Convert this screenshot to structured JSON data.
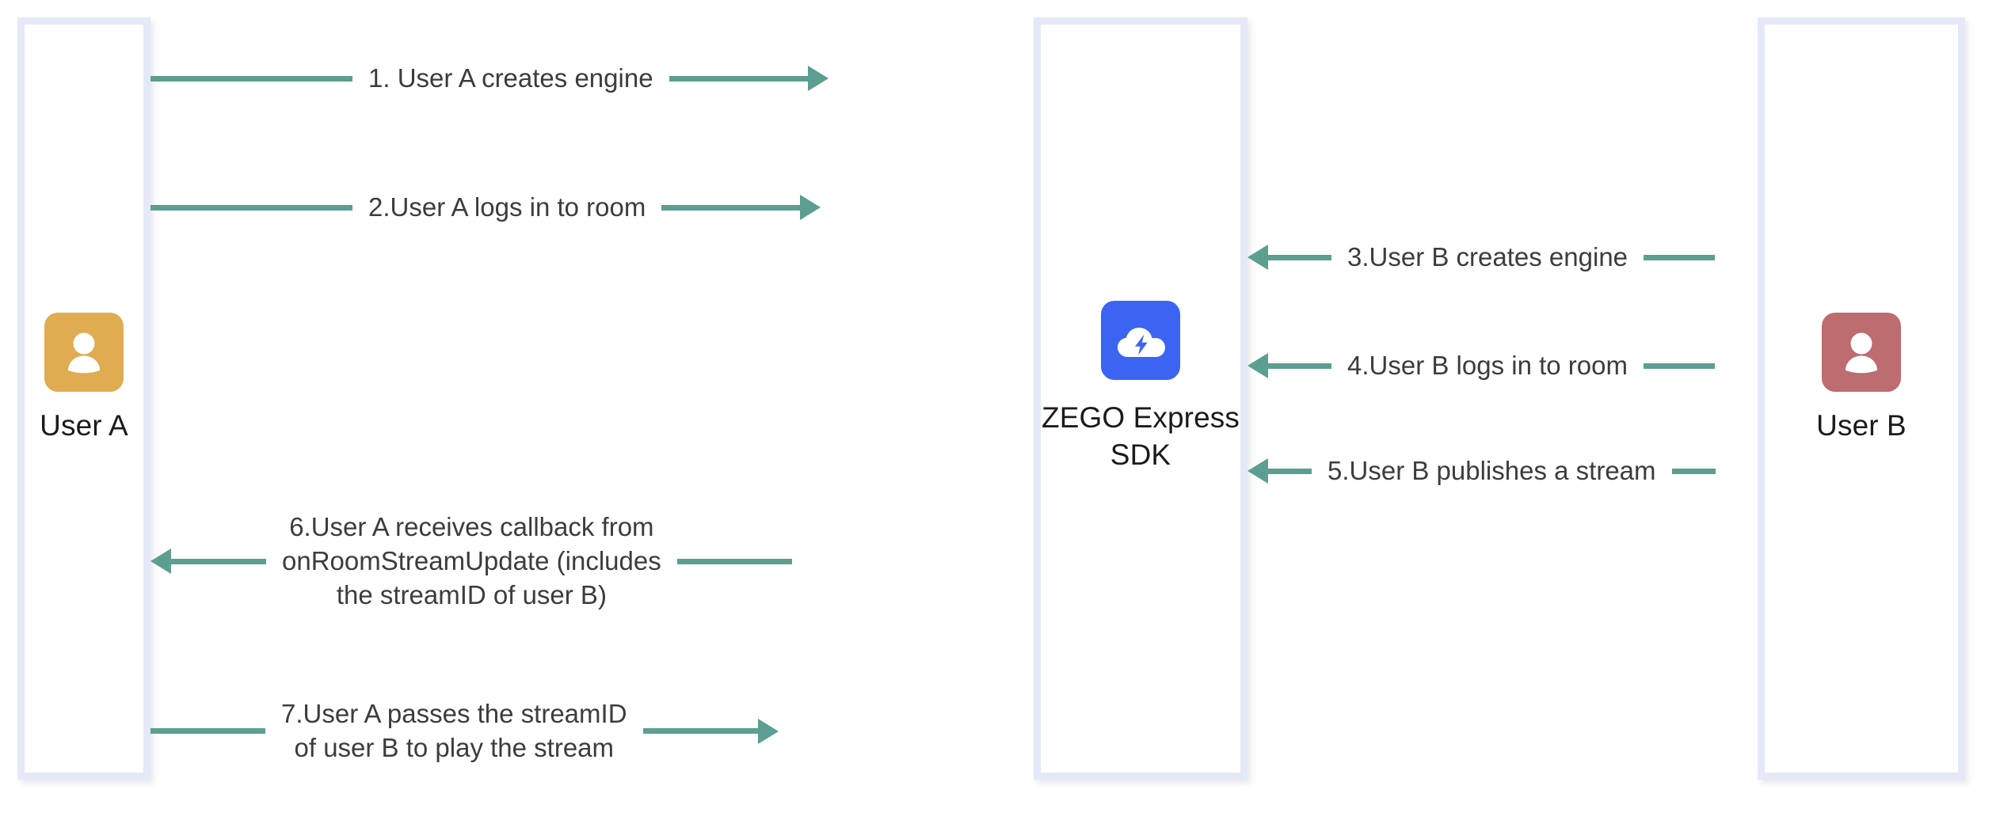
{
  "diagram": {
    "title": "ZEGO Express SDK stream publish / play sequence",
    "accent_color": "#5c9e91",
    "lifeline_border_color": "#e4e9f8",
    "background_color": "#ffffff",
    "text_color": "#3c3c3c"
  },
  "actors": [
    {
      "id": "user-a",
      "label": "User A",
      "icon": "person-avatar-icon",
      "avatar_color": "#e0ac52"
    },
    {
      "id": "zego-sdk",
      "label": "ZEGO\nExpress\nSDK",
      "icon": "zego-cloud-bolt-logo-icon",
      "avatar_color": "#3b64f0"
    },
    {
      "id": "user-b",
      "label": "User B",
      "icon": "person-avatar-icon",
      "avatar_color": "#bd6c70"
    }
  ],
  "messages": [
    {
      "index": "1",
      "text": "1. User A creates engine",
      "from": "user-a",
      "to": "zego-sdk",
      "direction": "right"
    },
    {
      "index": "2",
      "text": "2.User A logs in to room",
      "from": "user-a",
      "to": "zego-sdk",
      "direction": "right"
    },
    {
      "index": "3",
      "text": "3.User B creates engine",
      "from": "user-b",
      "to": "zego-sdk",
      "direction": "left"
    },
    {
      "index": "4",
      "text": "4.User B logs in to room",
      "from": "user-b",
      "to": "zego-sdk",
      "direction": "left"
    },
    {
      "index": "5",
      "text": "5.User B publishes a stream",
      "from": "user-b",
      "to": "zego-sdk",
      "direction": "left"
    },
    {
      "index": "6",
      "text": "6.User A receives callback from\nonRoomStreamUpdate (includes\nthe streamID of user B)",
      "from": "zego-sdk",
      "to": "user-a",
      "direction": "left"
    },
    {
      "index": "7",
      "text": "7.User A passes the streamID\nof user B to play the stream",
      "from": "user-a",
      "to": "zego-sdk",
      "direction": "right"
    }
  ]
}
